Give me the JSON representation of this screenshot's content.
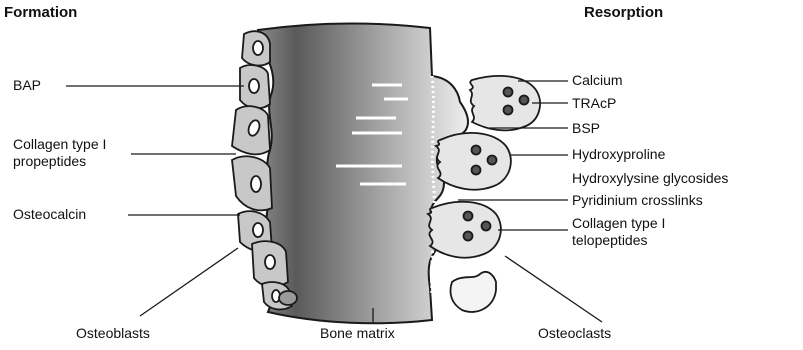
{
  "headers": {
    "formation": "Formation",
    "resorption": "Resorption"
  },
  "formation_markers": {
    "bap": "BAP",
    "collagen_propeptides": "Collagen type I\npropeptides",
    "osteocalcin": "Osteocalcin"
  },
  "resorption_markers": {
    "calcium": "Calcium",
    "tracp": "TRAcP",
    "bsp": "BSP",
    "hydroxyproline": "Hydroxyproline",
    "hydroxylysine": "Hydroxylysine glycosides",
    "pyridinium": "Pyridinium crosslinks",
    "collagen_telopeptides": "Collagen type I\ntelopeptides"
  },
  "bottom_labels": {
    "osteoblasts": "Osteoblasts",
    "bone_matrix": "Bone matrix",
    "osteoclasts": "Osteoclasts"
  },
  "colors": {
    "matrix_dark": "#5f5f5f",
    "matrix_light": "#e6e6e6",
    "cell_fill": "#c4c4c4",
    "osteoclast_fill": "#e8e8e8",
    "outline": "#1a1a1a"
  }
}
